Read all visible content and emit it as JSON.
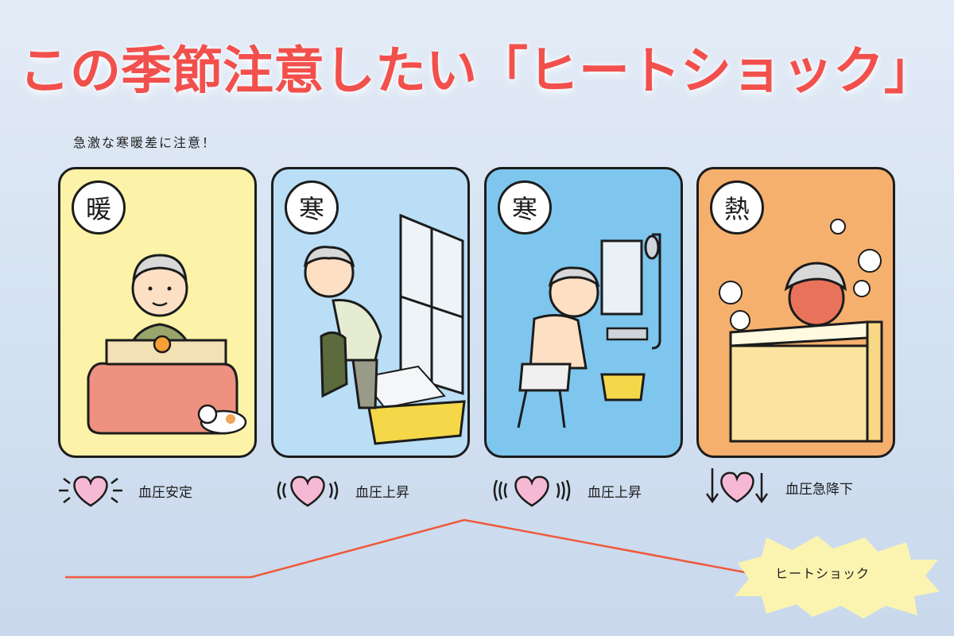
{
  "title": "この季節注意したい「ヒートショック」",
  "subtitle": "急激な寒暖差に注意！",
  "panels": [
    {
      "badge": "暖",
      "bg": "#fdf3a8",
      "status": "血圧安定",
      "heart_icon": "heart-steady-icon"
    },
    {
      "badge": "寒",
      "bg": "#b9def5",
      "status": "血圧上昇",
      "heart_icon": "heart-vibrating-icon"
    },
    {
      "badge": "寒",
      "bg": "#7ec6ee",
      "status": "血圧上昇",
      "heart_icon": "heart-vibrating-icon"
    },
    {
      "badge": "熱",
      "bg": "#f6b06e",
      "status": "血圧急降下",
      "heart_icon": "heart-falling-icon"
    }
  ],
  "result_label": "ヒートショック",
  "colors": {
    "title": "#f2504c",
    "heart": "#f6b9d4",
    "line": "#ee5a3c",
    "burst": "#fbf4b0"
  }
}
